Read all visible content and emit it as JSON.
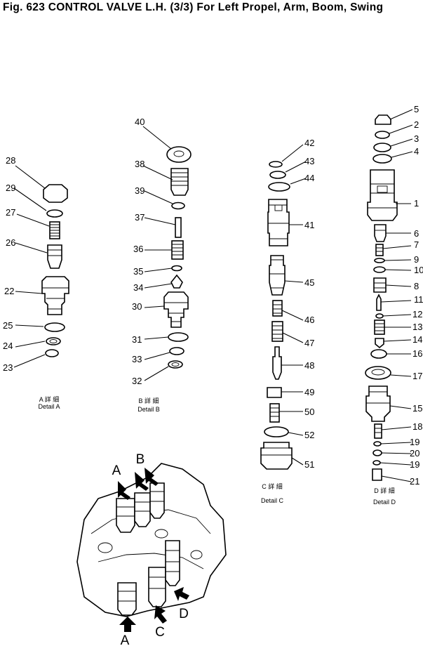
{
  "title": "Fig. 623   CONTROL VALVE L.H. (3/3) For Left Propel, Arm, Boom, Swing",
  "details": {
    "a": {
      "jp": "A 詳 細",
      "en": "Detail A"
    },
    "b": {
      "jp": "B 詳 細",
      "en": "Detail B"
    },
    "c": {
      "jp": "C 詳 細",
      "en": "Detail C"
    },
    "d": {
      "jp": "D 詳 細",
      "en": "Detail D"
    }
  },
  "parts_a": [
    "28",
    "29",
    "27",
    "26",
    "22",
    "25",
    "24",
    "23"
  ],
  "parts_b": [
    "40",
    "38",
    "39",
    "37",
    "36",
    "35",
    "34",
    "30",
    "31",
    "33",
    "32"
  ],
  "parts_c": [
    "42",
    "43",
    "44",
    "41",
    "45",
    "46",
    "47",
    "48",
    "49",
    "50",
    "52",
    "51"
  ],
  "parts_d": [
    "5",
    "2",
    "3",
    "4",
    "1",
    "6",
    "7",
    "9",
    "10",
    "8",
    "11",
    "12",
    "13",
    "14",
    "16",
    "17",
    "15",
    "18",
    "19",
    "20",
    "19",
    "21"
  ],
  "assembly_labels": [
    "A",
    "B",
    "A",
    "C",
    "D"
  ]
}
